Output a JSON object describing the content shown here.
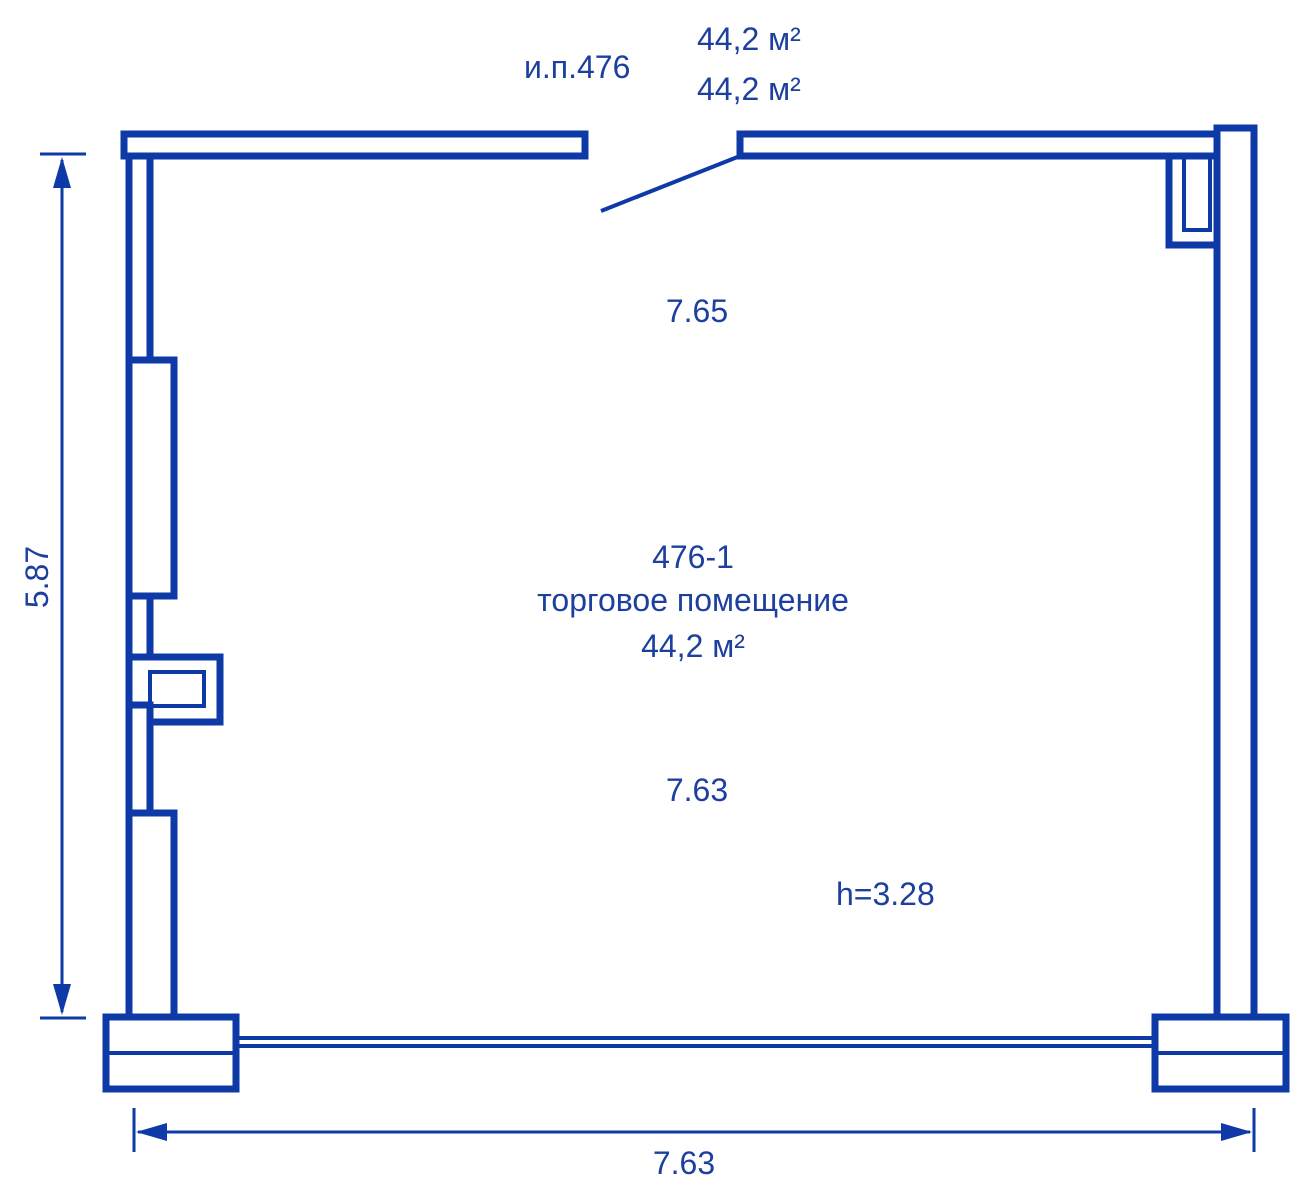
{
  "plan": {
    "unit_label": "и.п.476",
    "area_top_1": "44,2 м²",
    "area_top_2": "44,2 м²",
    "room_width_top": "7.65",
    "room_id": "476-1",
    "room_name": "торговое помещение",
    "room_area": "44,2 м²",
    "room_width_bottom": "7.63",
    "ceiling_height": "h=3.28",
    "dim_height": "5.87",
    "dim_width": "7.63"
  },
  "colors": {
    "line": "#0d3aa6",
    "text": "#1d3f9e",
    "background": "#ffffff"
  }
}
